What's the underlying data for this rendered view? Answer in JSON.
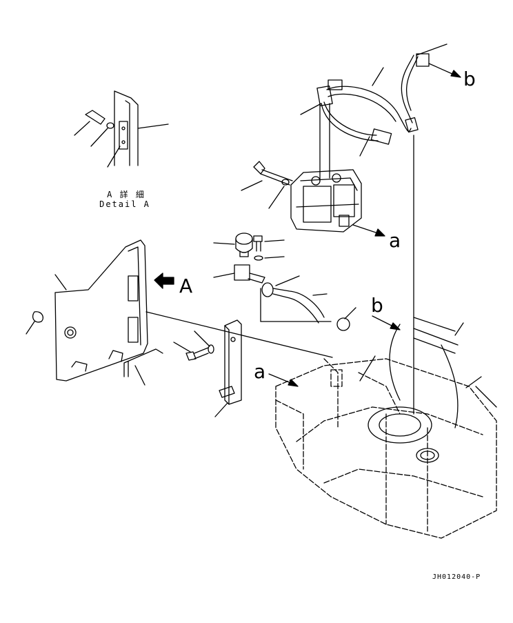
{
  "labels": {
    "detail_jp": "A 詳 細",
    "detail_en": "Detail A",
    "view_arrow": "A",
    "ref_a_top": "a",
    "ref_a_bottom": "a",
    "ref_b_top": "b",
    "ref_b_bottom": "b",
    "drawing_code": "JH012040-P"
  }
}
